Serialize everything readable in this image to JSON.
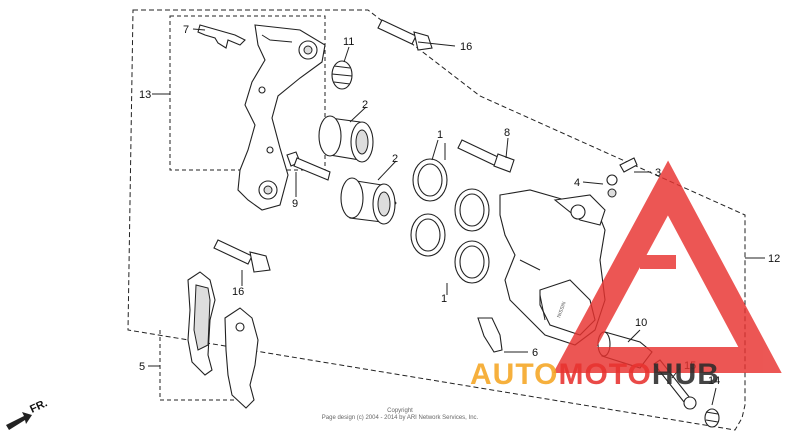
{
  "labels": {
    "p1a": "1",
    "p1b": "1",
    "p2a": "2",
    "p2b": "2",
    "p3": "3",
    "p4": "4",
    "p5": "5",
    "p6": "6",
    "p7": "7",
    "p8": "8",
    "p9": "9",
    "p10": "10",
    "p11": "11",
    "p12": "12",
    "p13": "13",
    "p14": "14",
    "p15": "15",
    "p16a": "16",
    "p16b": "16"
  },
  "direction": {
    "label": "FR."
  },
  "copyright": {
    "line1": "Copyright",
    "line2": "Page design (c) 2004 - 2014 by ARI Network Services, Inc."
  },
  "watermark": {
    "part1": "AUTO",
    "part2": "MOTO",
    "part3": "HUB"
  },
  "colors": {
    "line": "#222222",
    "wm_red": "#e8322f",
    "wm_orange": "#f5a623",
    "wm_dark": "#2b2b2b"
  }
}
